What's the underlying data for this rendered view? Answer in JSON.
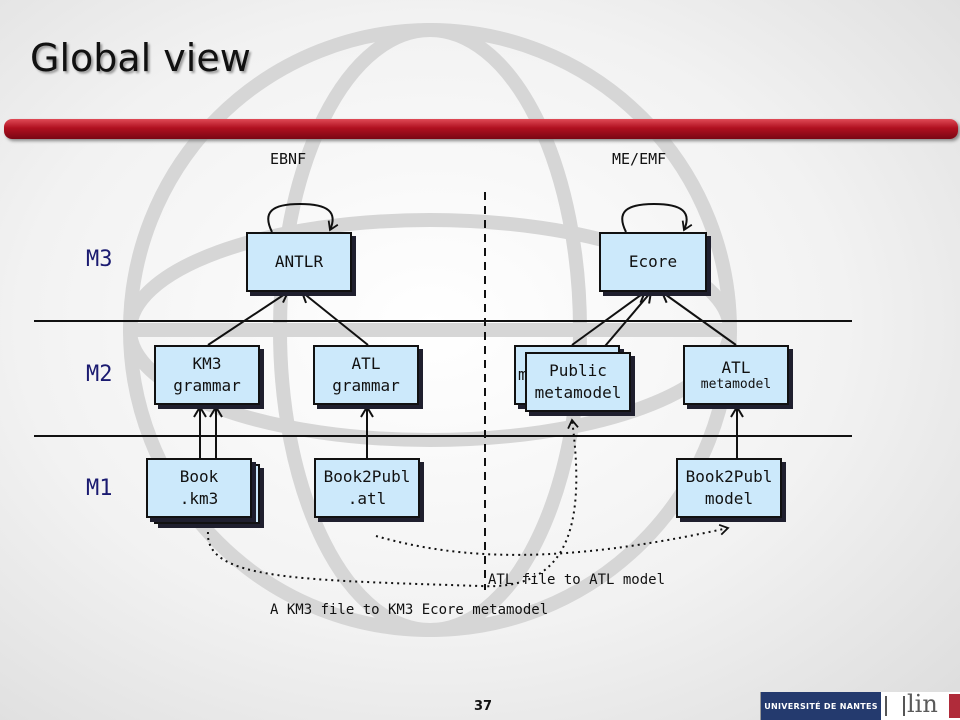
{
  "title": "Global view",
  "columns": {
    "left": "EBNF",
    "right": "ME/EMF"
  },
  "levels": {
    "m3": "M3",
    "m2": "M2",
    "m1": "M1"
  },
  "boxes": {
    "antlr": "ANTLR",
    "ecore": "Ecore",
    "km3_grammar": "KM3\ngrammar",
    "atl_grammar": "ATL\ngrammar",
    "km3_metamodel_partial": "m",
    "public_metamodel": "Public\nmetamodel",
    "atl_metamodel_line1": "ATL",
    "atl_metamodel_line2": "metamodel",
    "book_km3": "Book\n.km3",
    "book2publ_atl": "Book2Publ\n.atl",
    "book2publ_model": "Book2Publ\nmodel"
  },
  "annotations": {
    "atl_file": "ATL file to ATL model",
    "km3_file": "A KM3 file to KM3 Ecore metamodel"
  },
  "page_number": "37",
  "logo": {
    "university": "UNIVERSITÉ DE NANTES",
    "lab": "lin"
  },
  "colors": {
    "box_fill": "#cce9fb",
    "title_bar": "#b01020",
    "level_text": "#1a1a70"
  }
}
